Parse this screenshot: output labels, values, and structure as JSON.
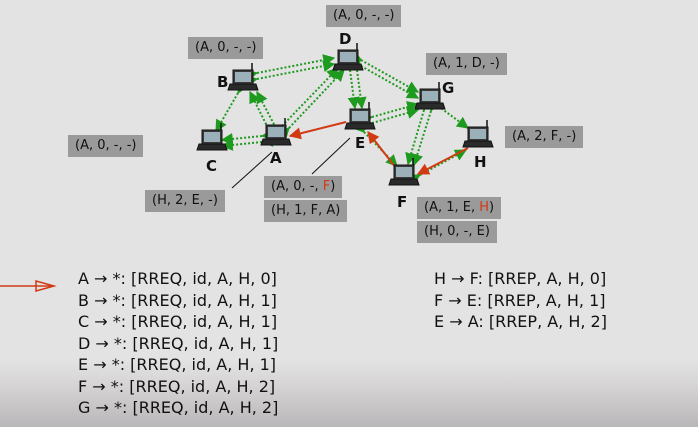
{
  "nodes": [
    {
      "id": "A",
      "label": "A"
    },
    {
      "id": "B",
      "label": "B"
    },
    {
      "id": "C",
      "label": "C"
    },
    {
      "id": "D",
      "label": "D"
    },
    {
      "id": "E",
      "label": "E"
    },
    {
      "id": "F",
      "label": "F"
    },
    {
      "id": "G",
      "label": "G"
    },
    {
      "id": "H",
      "label": "H"
    }
  ],
  "tables": {
    "D": "(A, 0, -, -)",
    "B": "(A, 0, -, -)",
    "G": "(A, 1, D, -)",
    "H": "(A, 2, F, -)",
    "C": "(A, 0, -, -)",
    "A": "(H, 2, E, -)",
    "E_row1_prefix": "(A, 0, -, ",
    "E_row1_flag": "F",
    "E_row1_suffix": ")",
    "E_row2": "(H, 1, F, A)",
    "F_row1_prefix": "(A, 1, E, ",
    "F_row1_flag": "H",
    "F_row1_suffix": ")",
    "F_row2": "(H, 0, -, E)"
  },
  "rreq_list": [
    "A → *: [RREQ, id, A, H, 0]",
    "B → *: [RREQ, id, A, H, 1]",
    "C → *: [RREQ, id, A, H, 1]",
    "D → *: [RREQ, id, A, H, 1]",
    "E → *: [RREQ, id, A, H, 1]",
    "F → *: [RREQ, id, A, H, 2]",
    "G → *: [RREQ, id, A, H, 2]"
  ],
  "rrep_list": [
    "H → F: [RREP, A, H, 0]",
    "F → E: [RREP, A, H, 1]",
    "E → A: [RREP, A, H, 2]"
  ],
  "colors": {
    "rreq": "#1e9a1e",
    "rrep": "#d23a14",
    "box": "#9a9a9a",
    "pointer": "#d23a14"
  }
}
